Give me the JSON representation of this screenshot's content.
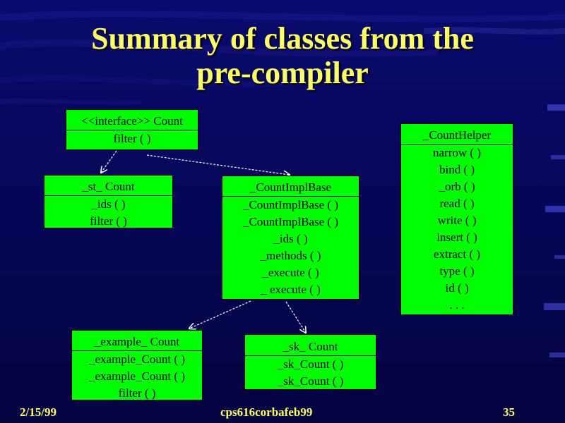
{
  "title": {
    "line1": "Summary of classes from the",
    "line2": "pre-compiler"
  },
  "boxes": {
    "count": {
      "name": "<<interface>> Count",
      "methods": [
        "filter ( )"
      ]
    },
    "st_count": {
      "name": "_st_ Count",
      "methods": [
        "_ids ( )",
        "filter ( )"
      ]
    },
    "impl_base": {
      "name": "_CountImplBase",
      "methods": [
        "_CountImplBase ( )",
        "_CountImplBase ( )",
        "_ids ( )",
        "_methods ( )",
        "_execute ( )",
        "_ execute ( )"
      ]
    },
    "helper": {
      "name": "_CountHelper",
      "methods": [
        "narrow ( )",
        "bind ( )",
        "_orb ( )",
        "read ( )",
        "write ( )",
        "insert ( )",
        "extract ( )",
        "type ( )",
        "id ( )",
        ". . ."
      ]
    },
    "example": {
      "name": "_example_ Count",
      "methods": [
        "_example_Count ( )",
        "_example_Count ( )",
        "filter ( )"
      ]
    },
    "sk_count": {
      "name": "_sk_ Count",
      "methods": [
        "_sk_Count ( )",
        "_sk_Count ( )"
      ]
    }
  },
  "footer": {
    "date": "2/15/99",
    "center": "cps616corbafeb99",
    "page": "35"
  },
  "colors": {
    "background": "#07075a",
    "title": "#ffff66",
    "box_fill": "#00ff00",
    "arrow": "#ffffff"
  }
}
